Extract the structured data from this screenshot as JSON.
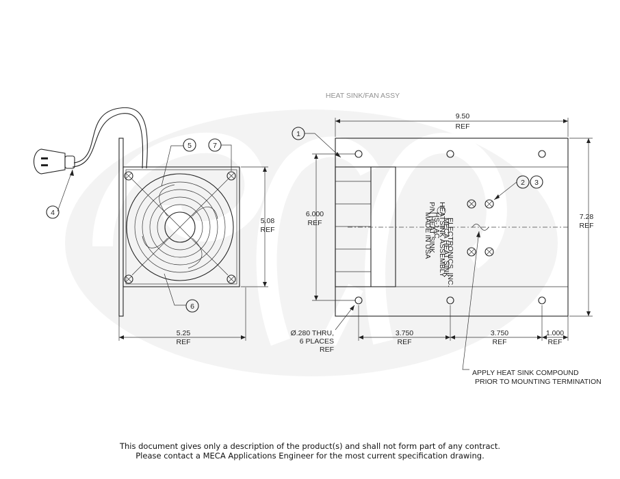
{
  "header_partial": "HEAT SINK/FAN ASSY",
  "dims": {
    "width_950": "9.50",
    "height_728": "7.28",
    "height_6000": "6.000",
    "fan_508": "5.08",
    "fan_525": "5.25",
    "span_3750_a": "3.750",
    "span_3750_b": "3.750",
    "edge_1000": "1.000",
    "ref": "REF"
  },
  "hole_note": [
    "Ø.280 THRU,",
    "6 PLACES",
    "REF"
  ],
  "heat_sink_note": [
    "APPLY HEAT SINK COMPOUND",
    "PRIOR TO MOUNTING TERMINATION"
  ],
  "balloons": [
    "1",
    "2",
    "3",
    "4",
    "5",
    "6",
    "7"
  ],
  "label_text": [
    "ELECTRONICS, INC.",
    "MECA HEAT SINK",
    "HEATSINK ASSEMBLY",
    "HS-1AC",
    "P/N HEAT SINK",
    "MADE IN USA"
  ],
  "disclaimer": [
    "This document gives only a description of the product(s) and shall not form part of any contract.",
    "Please contact a MECA Applications Engineer for the most current specification drawing."
  ],
  "colors": {
    "line": "#222222",
    "watermark": "#e9e9e9"
  }
}
